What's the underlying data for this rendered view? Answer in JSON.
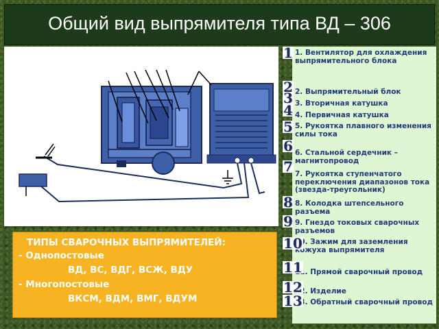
{
  "title": "Общий вид выпрямителя типа ВД – 306",
  "diagram": {
    "icon": "welding-rectifier-diagram"
  },
  "types": {
    "title": "ТИПЫ СВАРОЧНЫХ ВЫПРЯМИТЕЛЕЙ:",
    "single": "- Однопостовые",
    "single_list": "ВД, ВС, ВДГ, ВСЖ, ВДУ",
    "multi": "- Многопостовые",
    "multi_list": "ВКСМ, ВДМ, ВМГ, ВДУМ"
  },
  "legend": [
    {
      "num": "1",
      "text": "1. Вентилятор для охлаждения выпрямительного блока"
    },
    {
      "num": "2",
      "text": "2. Выпрямительный блок"
    },
    {
      "num": "3",
      "text": "3. Вторичная катушка"
    },
    {
      "num": "4",
      "text": "4. Первичная катушка"
    },
    {
      "num": "5",
      "text": "5. Рукоятка плавного изменения силы тока"
    },
    {
      "num": "6",
      "text": "6. Стальной сердечник – магнитопровод"
    },
    {
      "num": "7",
      "text": "7. Рукоятка ступенчатого переключения диапазонов тока (звезда-треугольник)"
    },
    {
      "num": "8",
      "text": "8. Колодка штепсельного разъема"
    },
    {
      "num": "9",
      "text": "9. Гнездо токовых сварочных разъемов"
    },
    {
      "num": "10",
      "text": "10. Зажим для заземления кожуха выпрямителя"
    },
    {
      "num": "11",
      "text": "11. Прямой сварочный провод"
    },
    {
      "num": "12",
      "text": "12. Изделие"
    },
    {
      "num": "13",
      "text": "13. Обратный сварочный провод"
    }
  ],
  "colors": {
    "title_bg": "#1d3a1a",
    "types_bg": "#f7b321",
    "legend_bg": "#dff6d3",
    "legend_text": "#223a78",
    "device_blue": "#3d5fa8"
  }
}
